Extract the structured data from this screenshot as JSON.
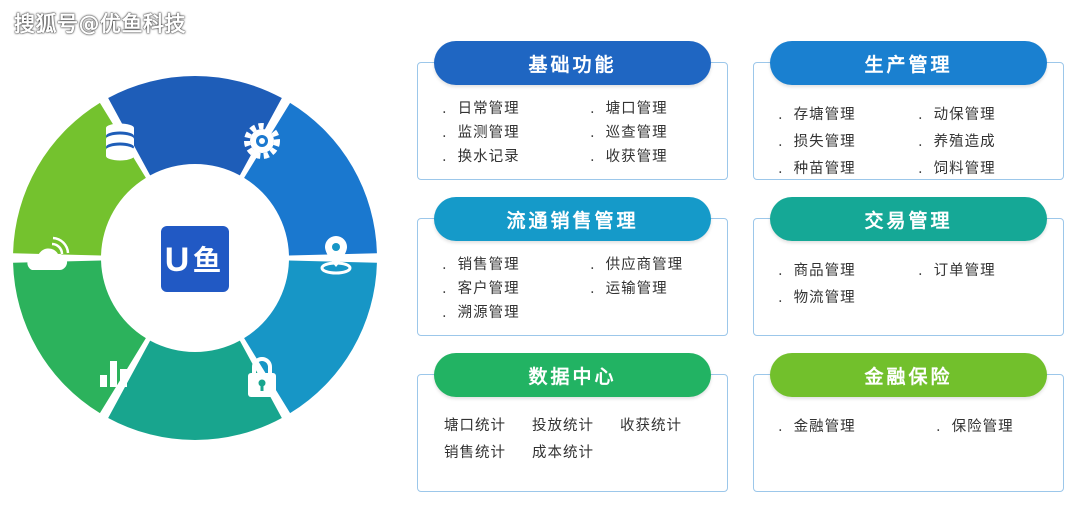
{
  "watermark": "搜狐号@优鱼科技",
  "center_logo": {
    "letter": "U",
    "char": "鱼"
  },
  "ring_segments": [
    {
      "icon": "coins-icon",
      "color": "#1e5db8"
    },
    {
      "icon": "gear-icon",
      "color": "#1a78cf"
    },
    {
      "icon": "location-pin-icon",
      "color": "#1796c6"
    },
    {
      "icon": "lock-icon",
      "color": "#18a58e"
    },
    {
      "icon": "bar-chart-icon",
      "color": "#2cb25c"
    },
    {
      "icon": "cloud-wifi-icon",
      "color": "#74c22e"
    }
  ],
  "cards": [
    {
      "title": "基础功能",
      "color": "#1f66c2",
      "items": [
        "日常管理",
        "塘口管理",
        "监测管理",
        "巡查管理",
        "换水记录",
        "收获管理"
      ]
    },
    {
      "title": "生产管理",
      "color": "#1a80d0",
      "items": [
        "存塘管理",
        "动保管理",
        "损失管理",
        "养殖造成",
        "种苗管理",
        "饲料管理"
      ]
    },
    {
      "title": "流通销售管理",
      "color": "#159ac9",
      "items": [
        "销售管理",
        "供应商管理",
        "客户管理",
        "运输管理",
        "溯源管理"
      ]
    },
    {
      "title": "交易管理",
      "color": "#15a896",
      "items": [
        "商品管理",
        "订单管理",
        "物流管理"
      ]
    },
    {
      "title": "数据中心",
      "color": "#22b363",
      "items": [
        "塘口统计",
        "投放统计",
        "收获统计",
        "销售统计",
        "成本统计"
      ]
    },
    {
      "title": "金融保险",
      "color": "#72c02c",
      "items": [
        "金融管理",
        "保险管理"
      ]
    }
  ]
}
